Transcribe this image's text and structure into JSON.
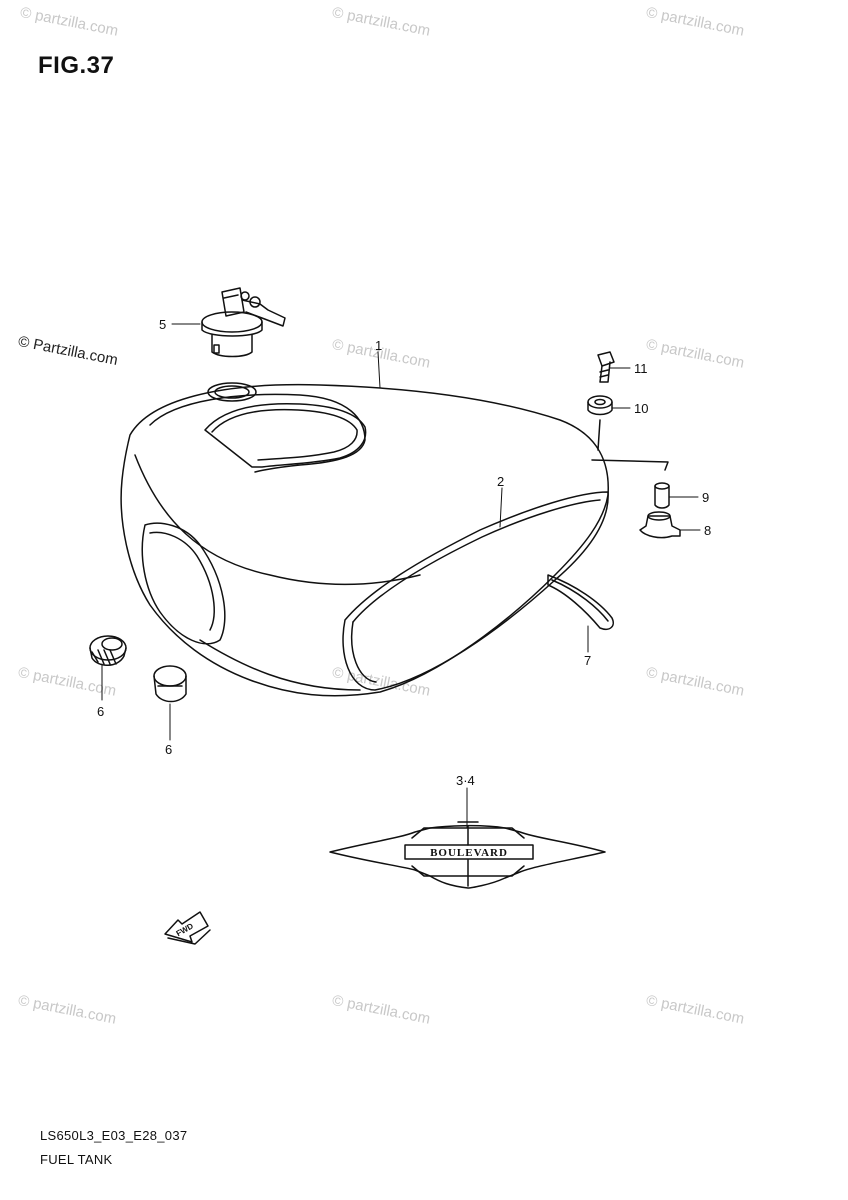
{
  "figure": {
    "title": "FIG.37",
    "code": "LS650L3_E03_E28_037",
    "name": "FUEL TANK"
  },
  "watermark": {
    "text": "© Partzilla.com",
    "small_text": "© partzilla.com"
  },
  "callouts": {
    "c1": "1",
    "c2": "2",
    "c34": "3·4",
    "c5": "5",
    "c6a": "6",
    "c6b": "6",
    "c7": "7",
    "c8": "8",
    "c9": "9",
    "c10": "10",
    "c11": "11"
  },
  "emblem": {
    "text": "BOULEVARD"
  },
  "fwd_arrow": {
    "text": "FWD"
  }
}
